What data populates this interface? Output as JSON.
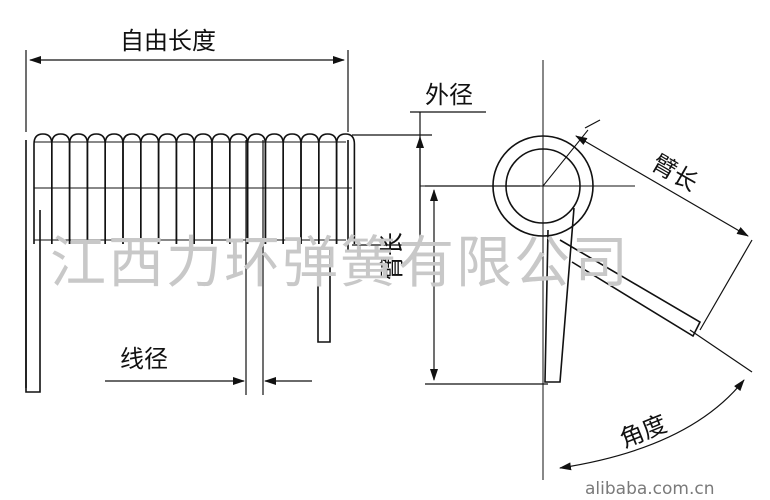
{
  "labels": {
    "free_length": "自由长度",
    "outer_diameter": "外径",
    "wire_diameter": "线径",
    "arm_length_vertical": "臂长",
    "arm_length_diagonal": "臂长",
    "angle": "角度"
  },
  "watermark": {
    "company": "江西力环弹簧有限公司",
    "site": "alibaba.com.cn"
  },
  "colors": {
    "line": "#111111",
    "watermark": "#c8c8c8",
    "site": "#7a7a7a"
  }
}
